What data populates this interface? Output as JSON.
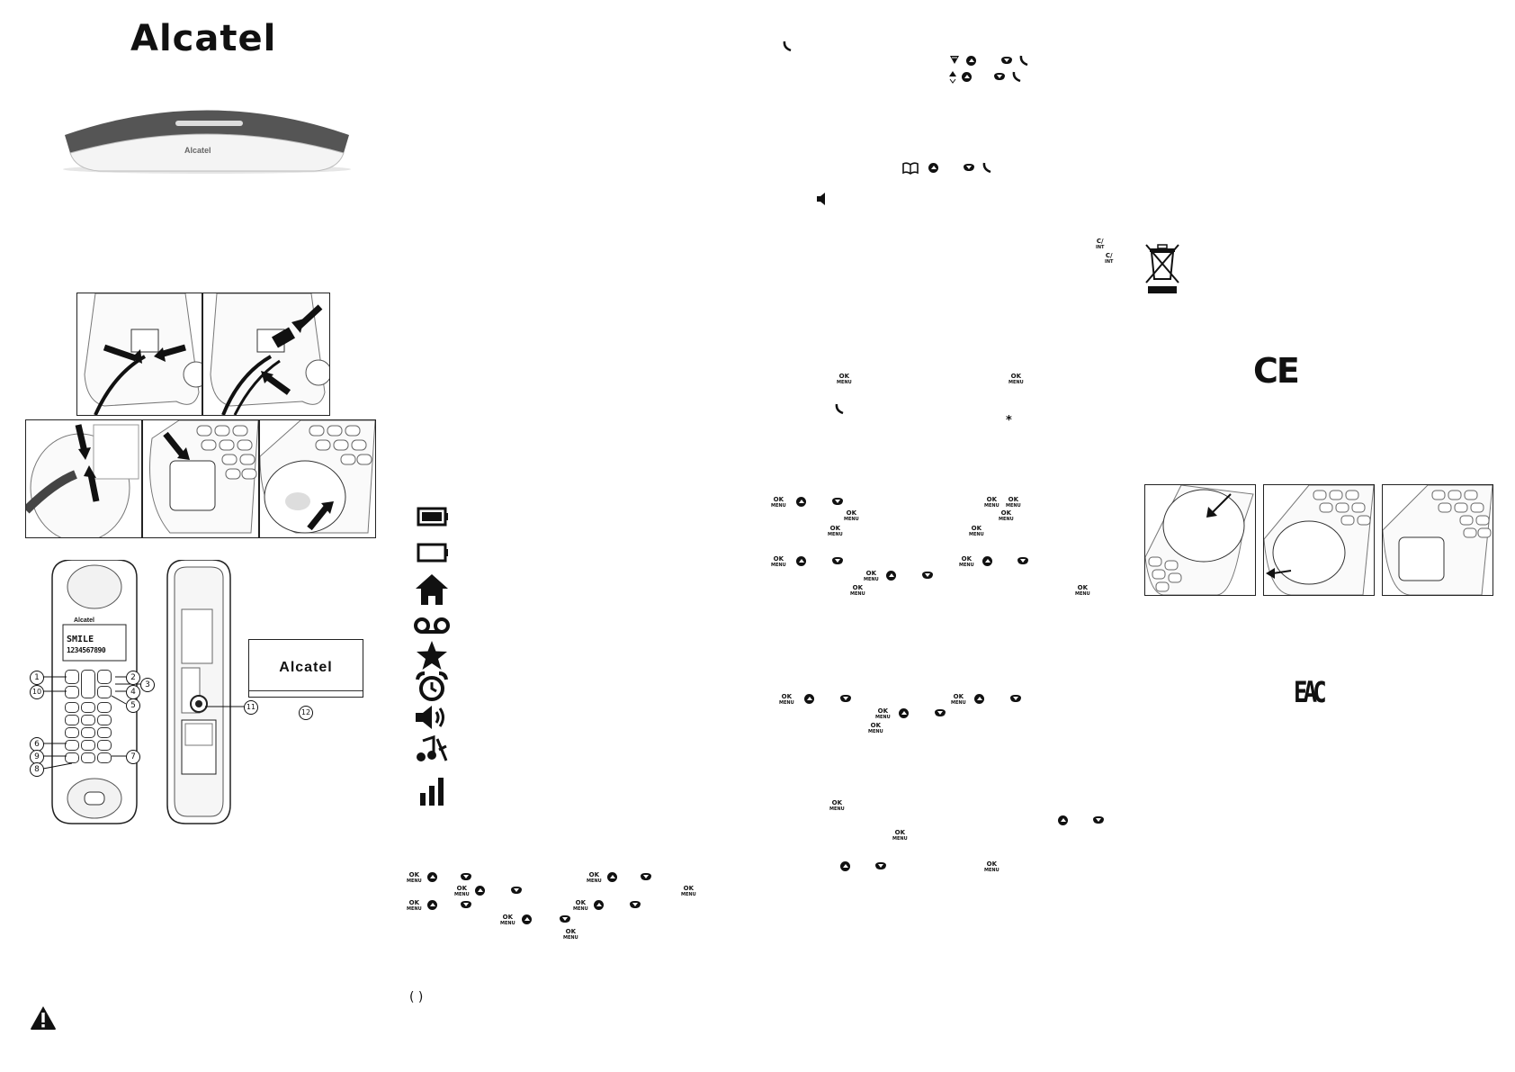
{
  "brand": "Alcatel",
  "base_label": "Alcatel",
  "handset_label": "Alcatel",
  "display_line1": "SMILE",
  "display_line2": "1234567890",
  "callouts": [
    "1",
    "2",
    "3",
    "4",
    "5",
    "6",
    "7",
    "8",
    "9",
    "10",
    "11",
    "12"
  ],
  "ok_label": "OK",
  "menu_label": "MENU",
  "c_int_label": "C/",
  "int_label": "INT",
  "ce_mark": "CE",
  "eac_mark": "EAC",
  "icons": {
    "battery_full": "battery-full-icon",
    "battery_empty": "battery-empty-icon",
    "home": "home-icon",
    "voicemail": "voicemail-icon",
    "star": "star-icon",
    "alarm": "alarm-clock-icon",
    "speaker": "speaker-icon",
    "ringer_off": "ringer-off-icon",
    "signal": "signal-bars-icon",
    "warning": "warning-icon",
    "weee": "weee-bin-icon"
  }
}
